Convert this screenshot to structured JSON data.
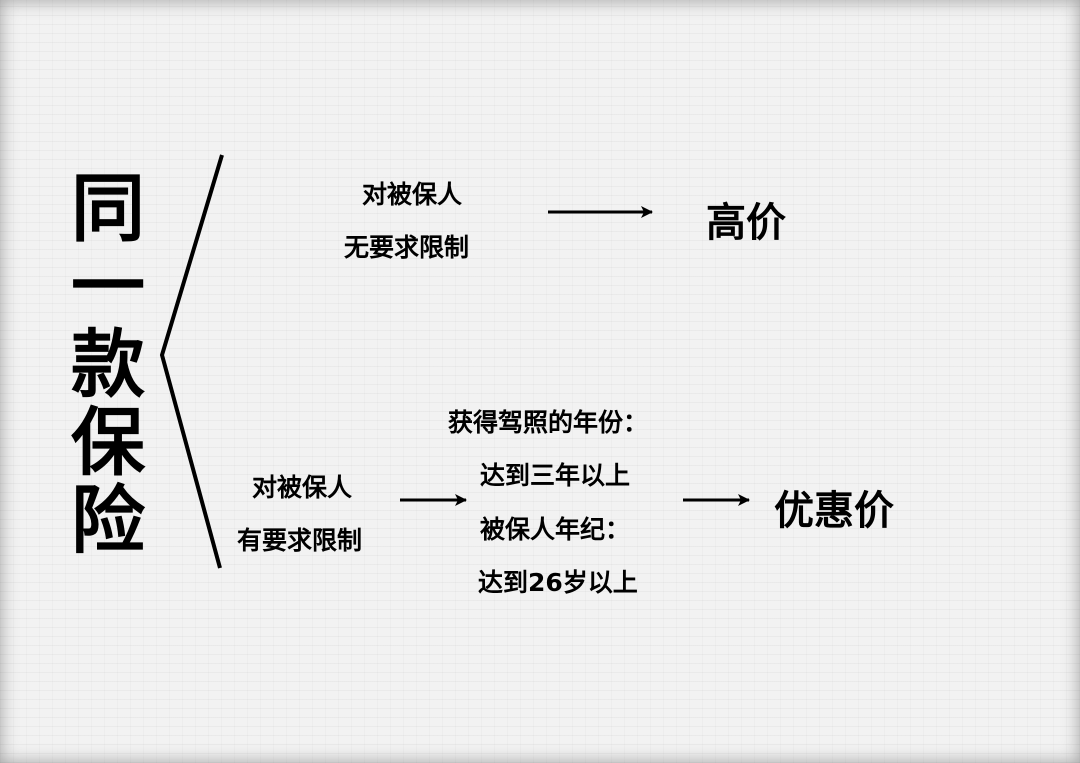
{
  "title_chars": [
    "同",
    "一",
    "款",
    "保",
    "险"
  ],
  "top_branch": {
    "line1": "对被保人",
    "line2": "无要求限制",
    "result": "高价"
  },
  "bottom_branch": {
    "line1": "对被保人",
    "line2": "有要求限制",
    "conditions": [
      "获得驾照的年份：",
      "达到三年以上",
      "被保人年纪：",
      "达到26岁以上"
    ],
    "result": "优惠价"
  }
}
